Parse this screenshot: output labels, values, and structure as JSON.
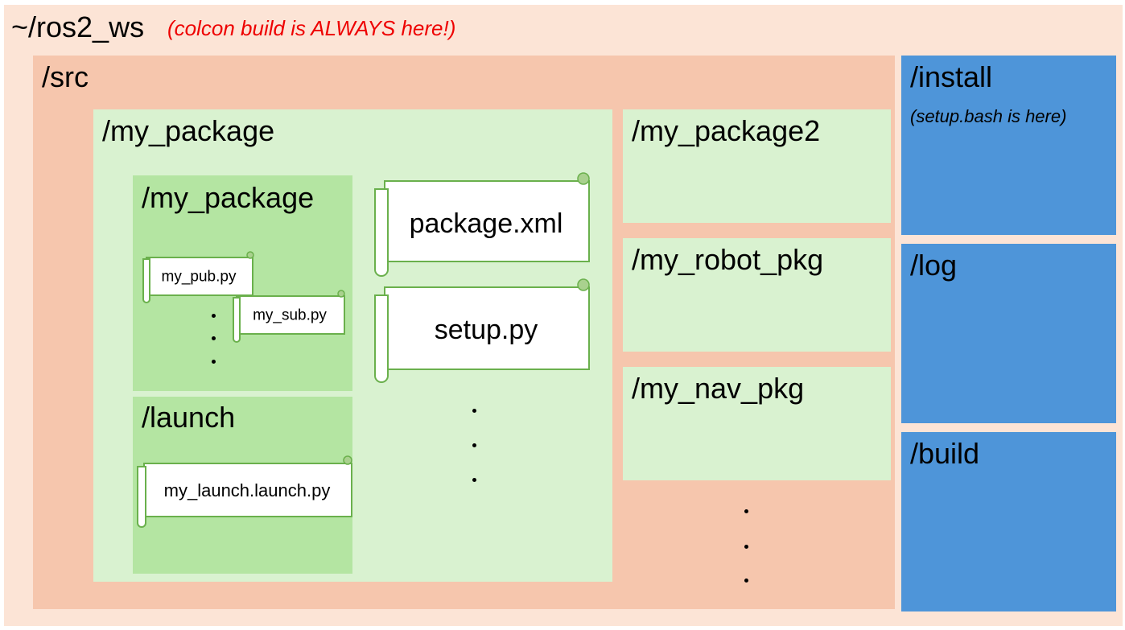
{
  "workspace": {
    "title": "~/ros2_ws",
    "note": "(colcon build is ALWAYS here!)"
  },
  "src": {
    "title": "/src",
    "packages": {
      "main": {
        "title": "/my_package",
        "module": {
          "title": "/my_package",
          "files": [
            "my_pub.py",
            "my_sub.py"
          ]
        },
        "launch": {
          "title": "/launch",
          "files": [
            "my_launch.launch.py"
          ]
        },
        "files": [
          "package.xml",
          "setup.py"
        ]
      },
      "others": [
        "/my_package2",
        "/my_robot_pkg",
        "/my_nav_pkg"
      ]
    }
  },
  "install": {
    "title": "/install",
    "note": "(setup.bash is here)"
  },
  "log": {
    "title": "/log"
  },
  "build": {
    "title": "/build"
  },
  "colors": {
    "workspace_bg": "#fce4d6",
    "src_bg": "#f6c6ad",
    "package_bg": "#d9f2d0",
    "subfolder_bg": "#b4e5a2",
    "scroll_stroke": "#6ab04c",
    "scroll_fill": "#ffffff",
    "blue": "#4e95d9",
    "note_red": "#ee0000"
  }
}
